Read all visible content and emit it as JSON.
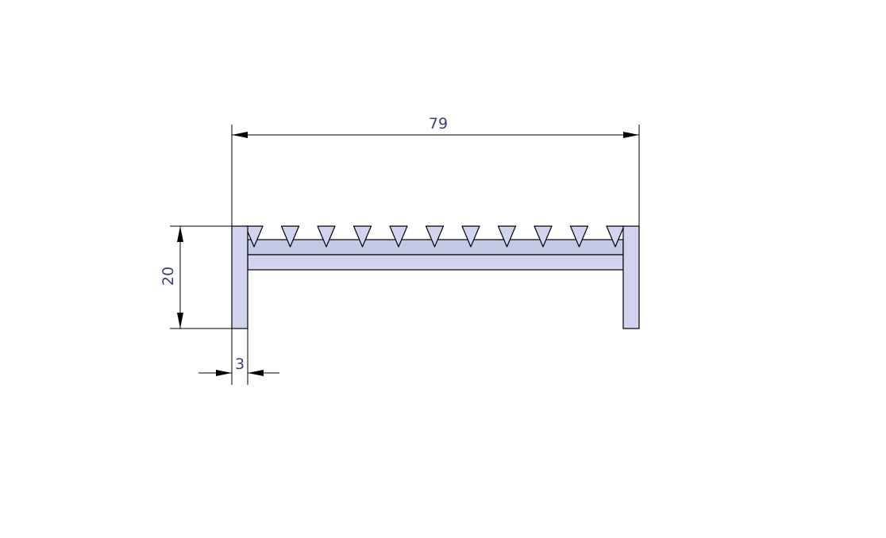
{
  "drawing": {
    "dimensions": {
      "overall_width": "79",
      "height": "20",
      "wall_thickness": "3"
    },
    "teeth_count": 11,
    "colors": {
      "part_fill": "#d0d4ef",
      "bar_fill": "#c4cae6",
      "outline": "#000000",
      "dimension_text": "#3a3f7a"
    }
  }
}
